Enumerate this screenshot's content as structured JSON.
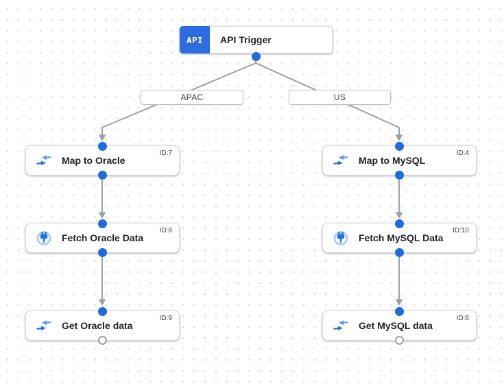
{
  "trigger": {
    "badge": "API",
    "label": "API Trigger"
  },
  "branches": [
    {
      "label": "APAC"
    },
    {
      "label": "US"
    }
  ],
  "nodes": [
    {
      "id": "ID:7",
      "label": "Map to Oracle",
      "icon": "data-mapping-icon"
    },
    {
      "id": "ID:8",
      "label": "Fetch Oracle Data",
      "icon": "connector-icon"
    },
    {
      "id": "ID:9",
      "label": "Get Oracle data",
      "icon": "data-mapping-icon"
    },
    {
      "id": "ID:4",
      "label": "Map to MySQL",
      "icon": "data-mapping-icon"
    },
    {
      "id": "ID:10",
      "label": "Fetch MySQL Data",
      "icon": "connector-icon"
    },
    {
      "id": "ID:6",
      "label": "Get MySQL data",
      "icon": "data-mapping-icon"
    }
  ],
  "colors": {
    "accent_blue": "#2d6be0",
    "port_blue": "#1e6be0",
    "edge_gray": "#9aa0a6",
    "node_border": "#dadce0",
    "icon_blue_dark": "#1a73e8",
    "icon_blue_light": "#5e97f6",
    "connector_ring_blue": "#a6c5f7",
    "grid_dot": "#dedede"
  }
}
